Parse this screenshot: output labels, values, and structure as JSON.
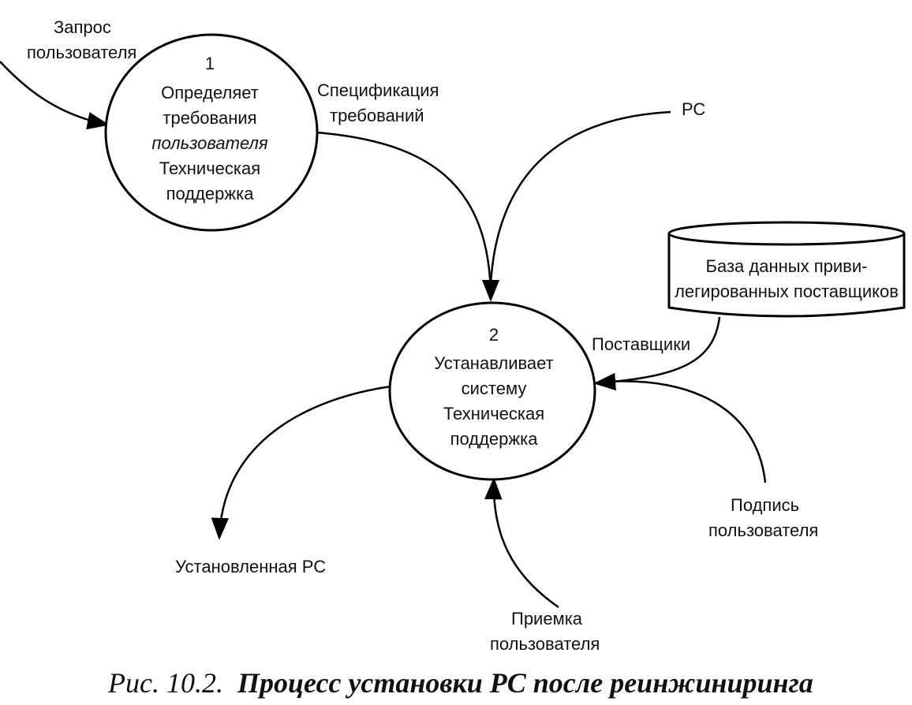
{
  "process1": {
    "number": "1",
    "lines": [
      "Определяет",
      "требования",
      "пользователя",
      "Техническая",
      "поддержка"
    ]
  },
  "process2": {
    "number": "2",
    "lines": [
      "Устанавливает",
      "систему",
      "Техническая",
      "поддержка"
    ]
  },
  "datastore": {
    "lines": [
      "База данных приви-",
      "легированных поставщиков"
    ]
  },
  "flows": {
    "user_request": [
      "Запрос",
      "пользователя"
    ],
    "requirements_spec": [
      "Спецификация",
      "требований"
    ],
    "pc": [
      "РС"
    ],
    "suppliers": [
      "Поставщики"
    ],
    "installed_pc": [
      "Установленная РС"
    ],
    "user_acceptance": [
      "Приемка",
      "пользователя"
    ],
    "user_signature": [
      "Подпись",
      "пользователя"
    ]
  },
  "caption": {
    "prefix": "Рис. 10.2.",
    "title": "Процесс установки РС после реинжиниринга"
  }
}
